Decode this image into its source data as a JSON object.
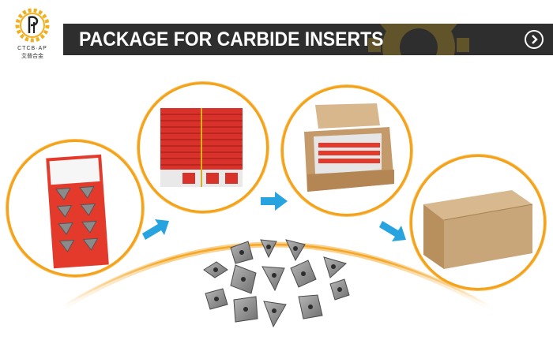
{
  "logo": {
    "brand_text": "CTCB·AP",
    "brand_cn": "艾普合金"
  },
  "banner": {
    "title": "PACKAGE FOR CARBIDE INSERTS"
  },
  "colors": {
    "accent": "#f5a21b",
    "banner_bg": "#2e2e2e",
    "arrow": "#27a3e0",
    "box_red": "#e43a2c",
    "cardboard": "#c9a67a"
  },
  "icons": {
    "next": "chevron-right-icon"
  },
  "steps": [
    {
      "name": "single-insert-box"
    },
    {
      "name": "stacked-insert-boxes"
    },
    {
      "name": "carton-with-boxes"
    },
    {
      "name": "sealed-carton"
    }
  ]
}
